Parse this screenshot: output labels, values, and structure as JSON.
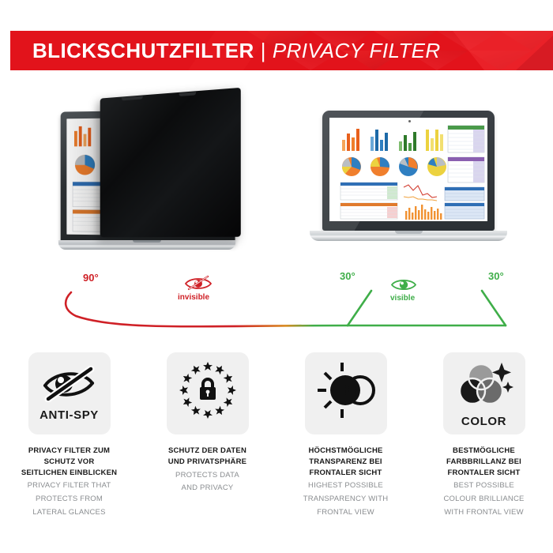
{
  "banner": {
    "title_de": "BLICKSCHUTZFILTER",
    "separator": "|",
    "title_en": "PRIVACY FILTER",
    "bg_color": "#e2131b",
    "text_color": "#ffffff"
  },
  "diagram": {
    "left_angle": "90°",
    "left_caption": "invisible",
    "left_color": "#cf2026",
    "mid_angle": "30°",
    "right_angle": "30°",
    "right_caption": "visible",
    "right_color": "#3fae49",
    "icons": {
      "invisible": "eye-crossed-icon",
      "visible": "eye-icon"
    }
  },
  "laptops": {
    "left": {
      "name": "laptop-with-privacy-filter",
      "filter_state": "filter attached - screen dark from side angle"
    },
    "right": {
      "name": "laptop-frontal-view",
      "filter_state": "screen fully visible from front"
    }
  },
  "features": [
    {
      "icon": "eye-crossed-icon",
      "word": "ANTI-SPY",
      "de": [
        "PRIVACY FILTER ZUM",
        "SCHUTZ VOR",
        "SEITLICHEN EINBLICKEN"
      ],
      "en": [
        "PRIVACY FILTER THAT",
        "PROTECTS FROM",
        "LATERAL GLANCES"
      ]
    },
    {
      "icon": "lock-stars-icon",
      "word": "",
      "de": [
        "SCHUTZ DER DATEN",
        "UND PRIVATSPHÄRE"
      ],
      "en": [
        "PROTECTS DATA",
        "AND PRIVACY"
      ]
    },
    {
      "icon": "brightness-contrast-icon",
      "word": "",
      "de": [
        "HÖCHSTMÖGLICHE",
        "TRANSPARENZ BEI",
        "FRONTALER SICHT"
      ],
      "en": [
        "HIGHEST POSSIBLE",
        "TRANSPARENCY WITH",
        "FRONTAL VIEW"
      ]
    },
    {
      "icon": "color-circles-sparkle-icon",
      "word": "COLOR",
      "de": [
        "BESTMÖGLICHE",
        "FARBBRILLANZ BEI",
        "FRONTALER SICHT"
      ],
      "en": [
        "BEST POSSIBLE",
        "COLOUR BRILLIANCE",
        "WITH FRONTAL VIEW"
      ]
    }
  ]
}
